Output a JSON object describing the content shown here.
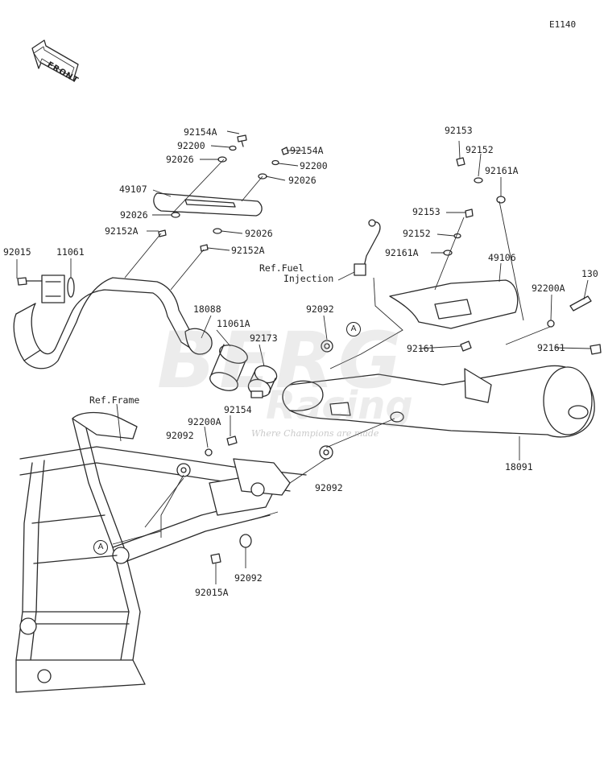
{
  "diagram_id": "E1140",
  "front_label": "FRONT",
  "watermark": {
    "main": "BERG",
    "sub": "Racing",
    "tagline": "Where Champions are made"
  },
  "refs": {
    "fuel_injection": "Ref.Fuel\nInjection",
    "frame": "Ref.Frame"
  },
  "callout_letter": "A",
  "part_labels": {
    "p92154A_top": "92154A",
    "p92200_top": "92200",
    "p92026_top": "92026",
    "p92154A_right": "92154A",
    "p92200_right": "92200",
    "p92026_right": "92026",
    "p49107": "49107",
    "p92026_left": "92026",
    "p92026_low": "92026",
    "p92152A_left": "92152A",
    "p92152A_right": "92152A",
    "p92015": "92015",
    "p11061": "11061",
    "p18088": "18088",
    "p11061A": "11061A",
    "p92173": "92173",
    "p92092_upper": "92092",
    "p92153_top": "92153",
    "p92152_top": "92152",
    "p92161A_top": "92161A",
    "p92153_mid": "92153",
    "p92152_mid": "92152",
    "p92161A_mid": "92161A",
    "p49106": "49106",
    "p130": "130",
    "p92200A_right": "92200A",
    "p92161_left": "92161",
    "p92161_right": "92161",
    "p92154": "92154",
    "p92200A_left": "92200A",
    "p92092_left": "92092",
    "p92092_mid": "92092",
    "p18091": "18091",
    "p92092_low": "92092",
    "p92015A": "92015A"
  }
}
